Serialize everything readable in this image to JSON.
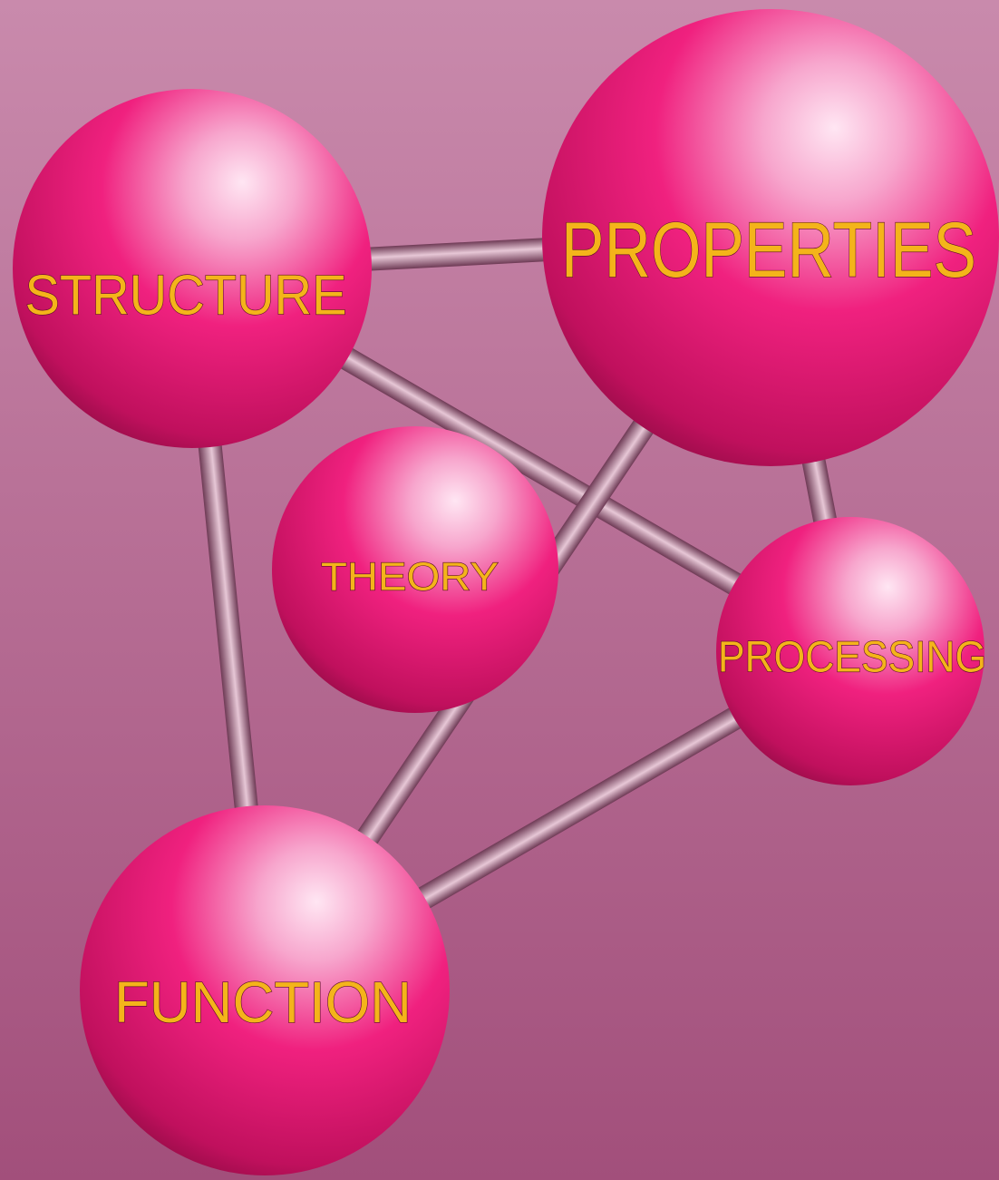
{
  "colors": {
    "background_top": "#c98aac",
    "background_bottom": "#a24f7b",
    "sphere_highlight": "#ffe6f3",
    "sphere_mid": "#f0217f",
    "sphere_shadow": "#6e0832",
    "rod_light": "#e7c7d6",
    "rod_dark": "#6e3a55",
    "label_color": "#f4b41a"
  },
  "nodes": [
    {
      "id": "structure",
      "label": "STRUCTURE"
    },
    {
      "id": "properties",
      "label": "PROPERTIES"
    },
    {
      "id": "theory",
      "label": "THEORY"
    },
    {
      "id": "processing",
      "label": "PROCESSING"
    },
    {
      "id": "function",
      "label": "FUNCTION"
    }
  ],
  "links": [
    {
      "from": "structure",
      "to": "properties"
    },
    {
      "from": "structure",
      "to": "processing"
    },
    {
      "from": "structure",
      "to": "function"
    },
    {
      "from": "properties",
      "to": "processing"
    },
    {
      "from": "properties",
      "to": "function"
    },
    {
      "from": "processing",
      "to": "function"
    }
  ]
}
